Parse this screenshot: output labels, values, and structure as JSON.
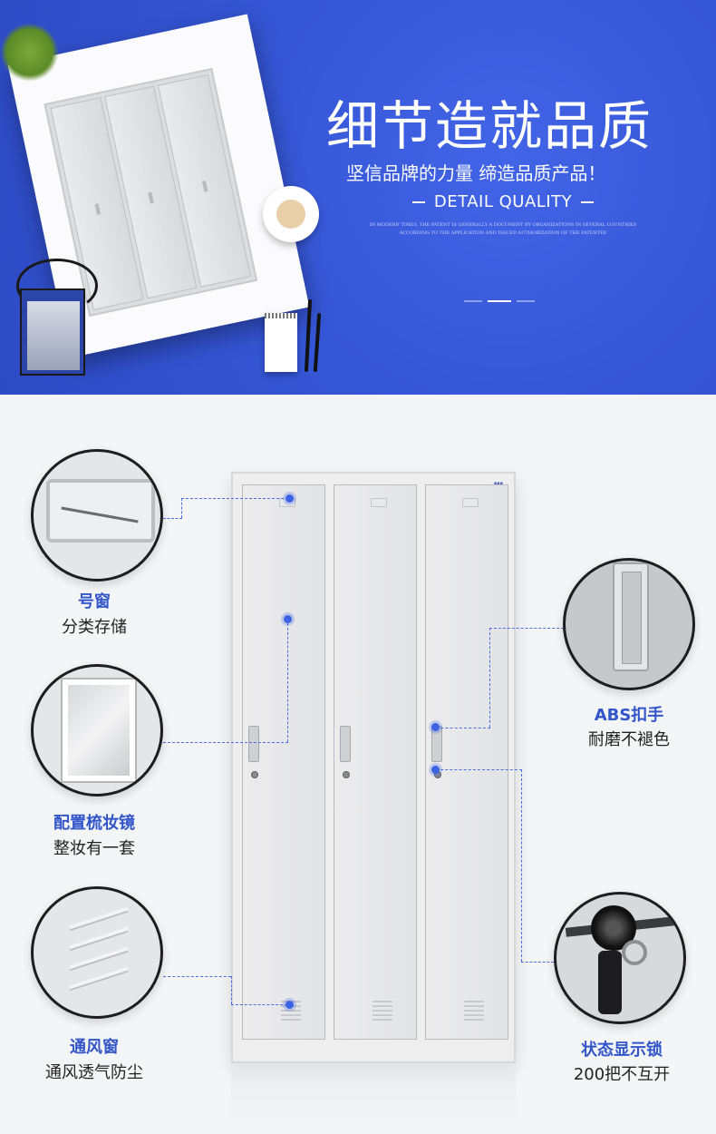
{
  "banner": {
    "title": "细节造就品质",
    "subtitle": "坚信品牌的力量 缔造品质产品！",
    "en_title": "DETAIL QUALITY",
    "fine_print": "IN MODERN TIMES, THE PATENT IS GENERALLY A DOCUMENT BY ORGANIZATIONS IN SEVERAL COUNTRIES ACCORDING TO THE APPLICATION AND ISSUED AUTHORIZATION OF THE PATENTEE"
  },
  "features": {
    "number_window": {
      "title": "号窗",
      "desc": "分类存储"
    },
    "mirror": {
      "title": "配置梳妆镜",
      "desc": "整妆有一套"
    },
    "vent": {
      "title": "通风窗",
      "desc": "通风透气防尘"
    },
    "handle": {
      "title": "ABS扣手",
      "desc": "耐磨不褪色"
    },
    "lock": {
      "title": "状态显示锁",
      "desc": "200把不互开"
    }
  },
  "colors": {
    "banner_blue": "#3556d6",
    "accent_blue": "#3256c9",
    "page_bg": "#f4f5f6"
  }
}
